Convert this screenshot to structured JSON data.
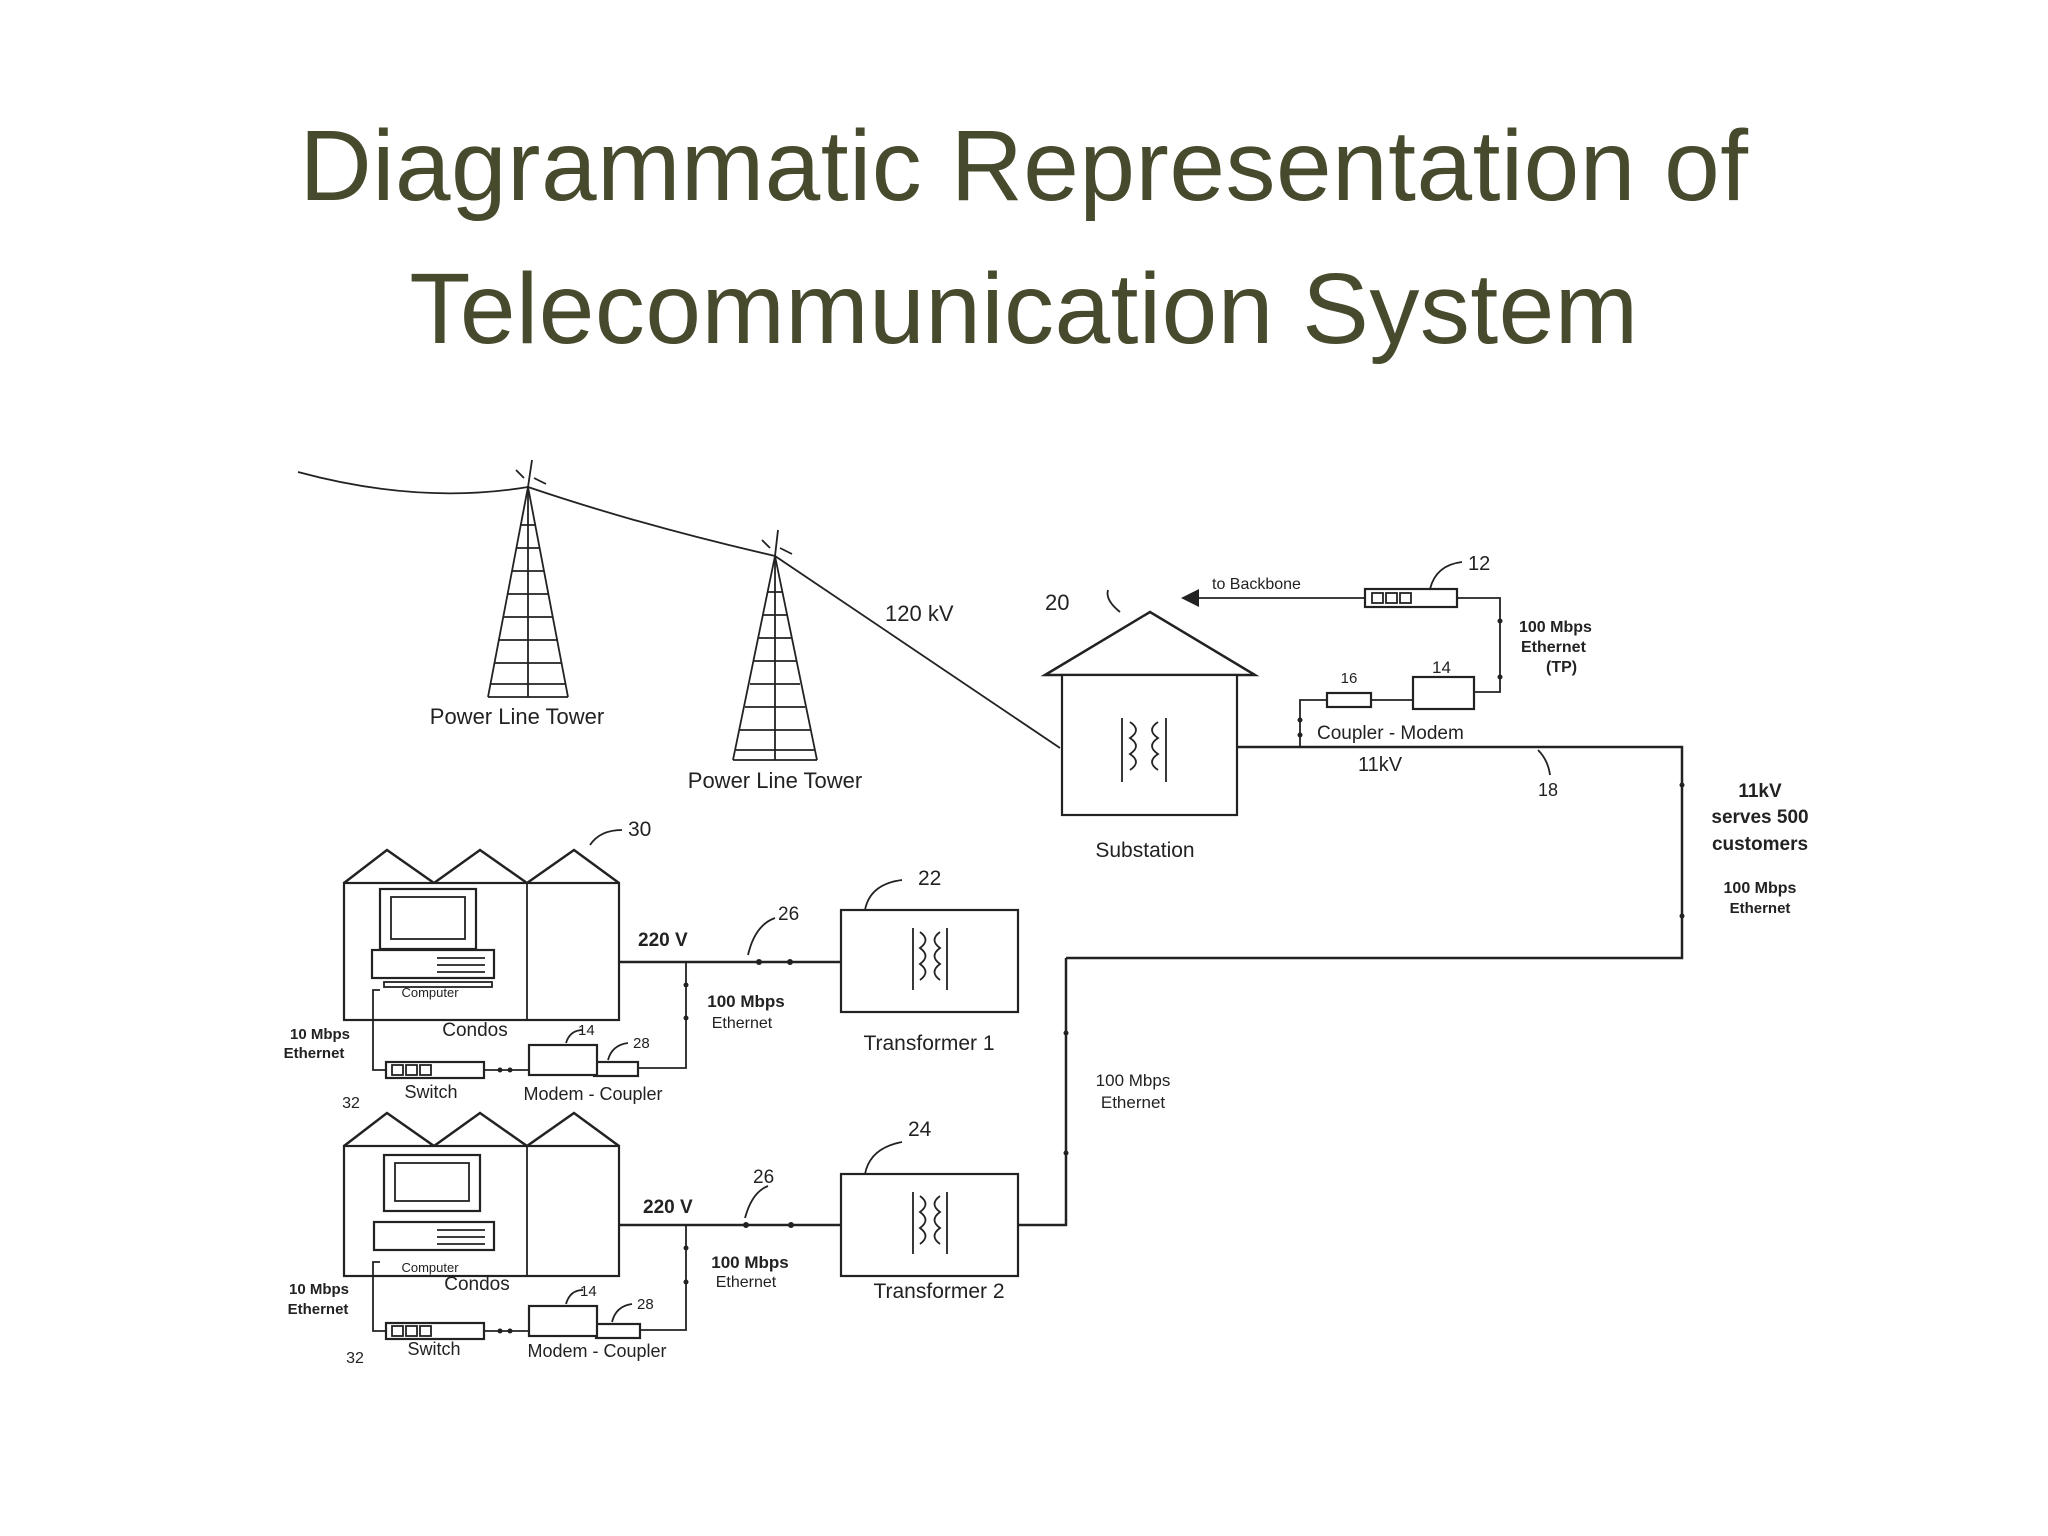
{
  "slide": {
    "title_line1": "Diagrammatic Representation of",
    "title_line2": "Telecommunication System"
  },
  "diagram": {
    "tower1_label": "Power Line Tower",
    "tower2_label": "Power Line Tower",
    "voltage_120": "120 kV",
    "substation_ref": "20",
    "substation_label": "Substation",
    "backbone_label": "to Backbone",
    "ref_12": "12",
    "eth_tp_l1": "100 Mbps",
    "eth_tp_l2": "Ethernet",
    "eth_tp_l3": "(TP)",
    "ref_16": "16",
    "ref_14_top": "14",
    "coupler_modem": "Coupler - Modem",
    "voltage_11kv": "11kV",
    "ref_18": "18",
    "serves_l1": "11kV",
    "serves_l2": "serves 500",
    "serves_l3": "customers",
    "right_eth_l1": "100 Mbps",
    "right_eth_l2": "Ethernet",
    "ref_30": "30",
    "ref_22": "22",
    "ref_26_a": "26",
    "volt_220_a": "220 V",
    "eth_mid_a_l1": "100 Mbps",
    "eth_mid_a_l2": "Ethernet",
    "transformer1": "Transformer 1",
    "computer_a": "Computer",
    "condos_a": "Condos",
    "ref_14_a": "14",
    "ref_28_a": "28",
    "ten_a_l1": "10 Mbps",
    "ten_a_l2": "Ethernet",
    "ref_32_a": "32",
    "switch_a": "Switch",
    "modem_coupler_a": "Modem - Coupler",
    "vert_eth_l1": "100 Mbps",
    "vert_eth_l2": "Ethernet",
    "ref_24": "24",
    "ref_26_b": "26",
    "volt_220_b": "220 V",
    "eth_mid_b_l1": "100 Mbps",
    "eth_mid_b_l2": "Ethernet",
    "transformer2": "Transformer 2",
    "computer_b": "Computer",
    "condos_b": "Condos",
    "ref_14_b": "14",
    "ref_28_b": "28",
    "ten_b_l1": "10 Mbps",
    "ten_b_l2": "Ethernet",
    "ref_32_b": "32",
    "switch_b": "Switch",
    "modem_coupler_b": "Modem - Coupler"
  }
}
